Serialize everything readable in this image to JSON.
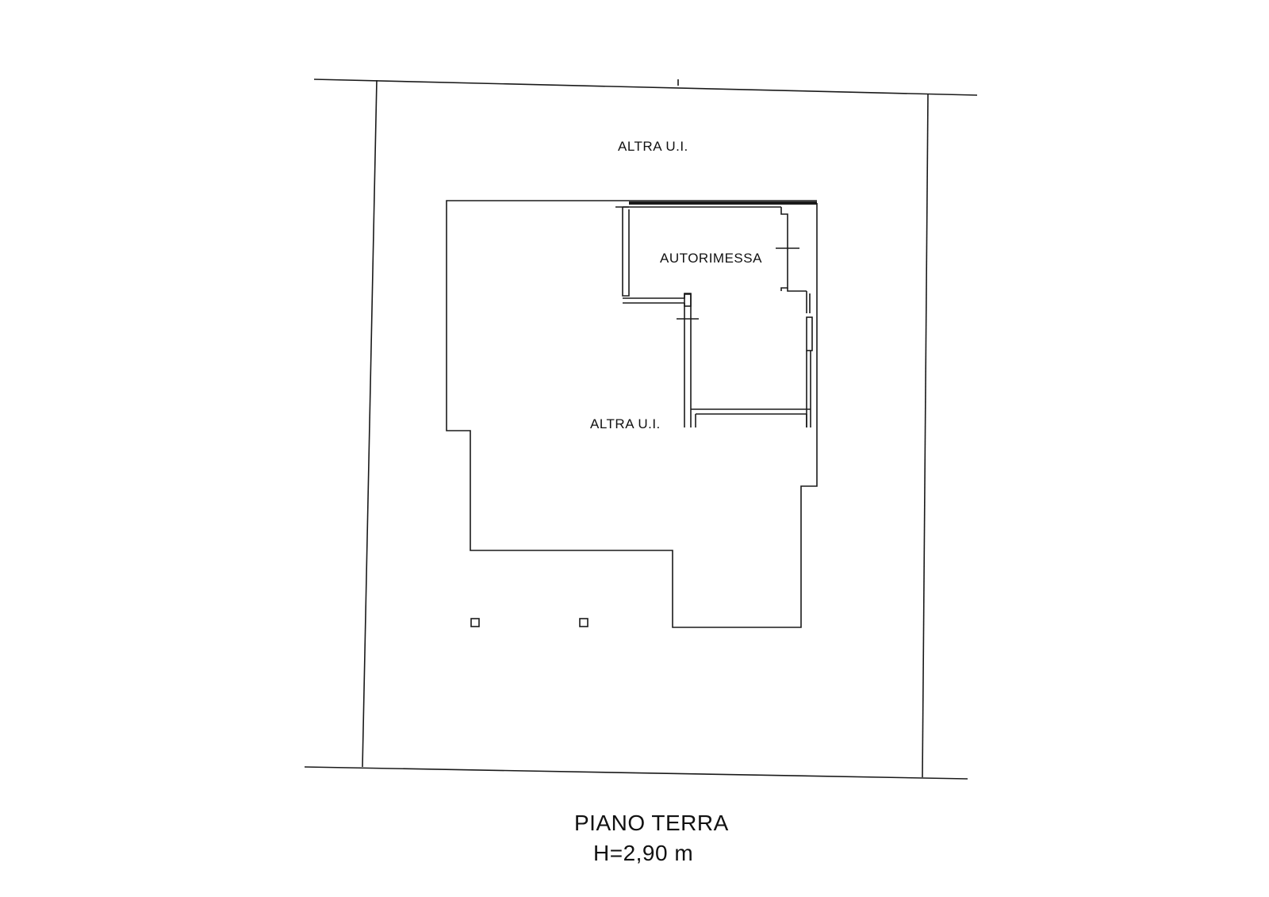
{
  "plan": {
    "rooms": {
      "top_label": "ALTRA U.I.",
      "garage_label": "AUTORIMESSA",
      "inner_label": "ALTRA U.I."
    },
    "footer": {
      "floor_title": "PIANO TERRA",
      "height_note": "H=2,90 m"
    },
    "colors": {
      "line": "#1a1a1a",
      "background": "#ffffff"
    }
  }
}
